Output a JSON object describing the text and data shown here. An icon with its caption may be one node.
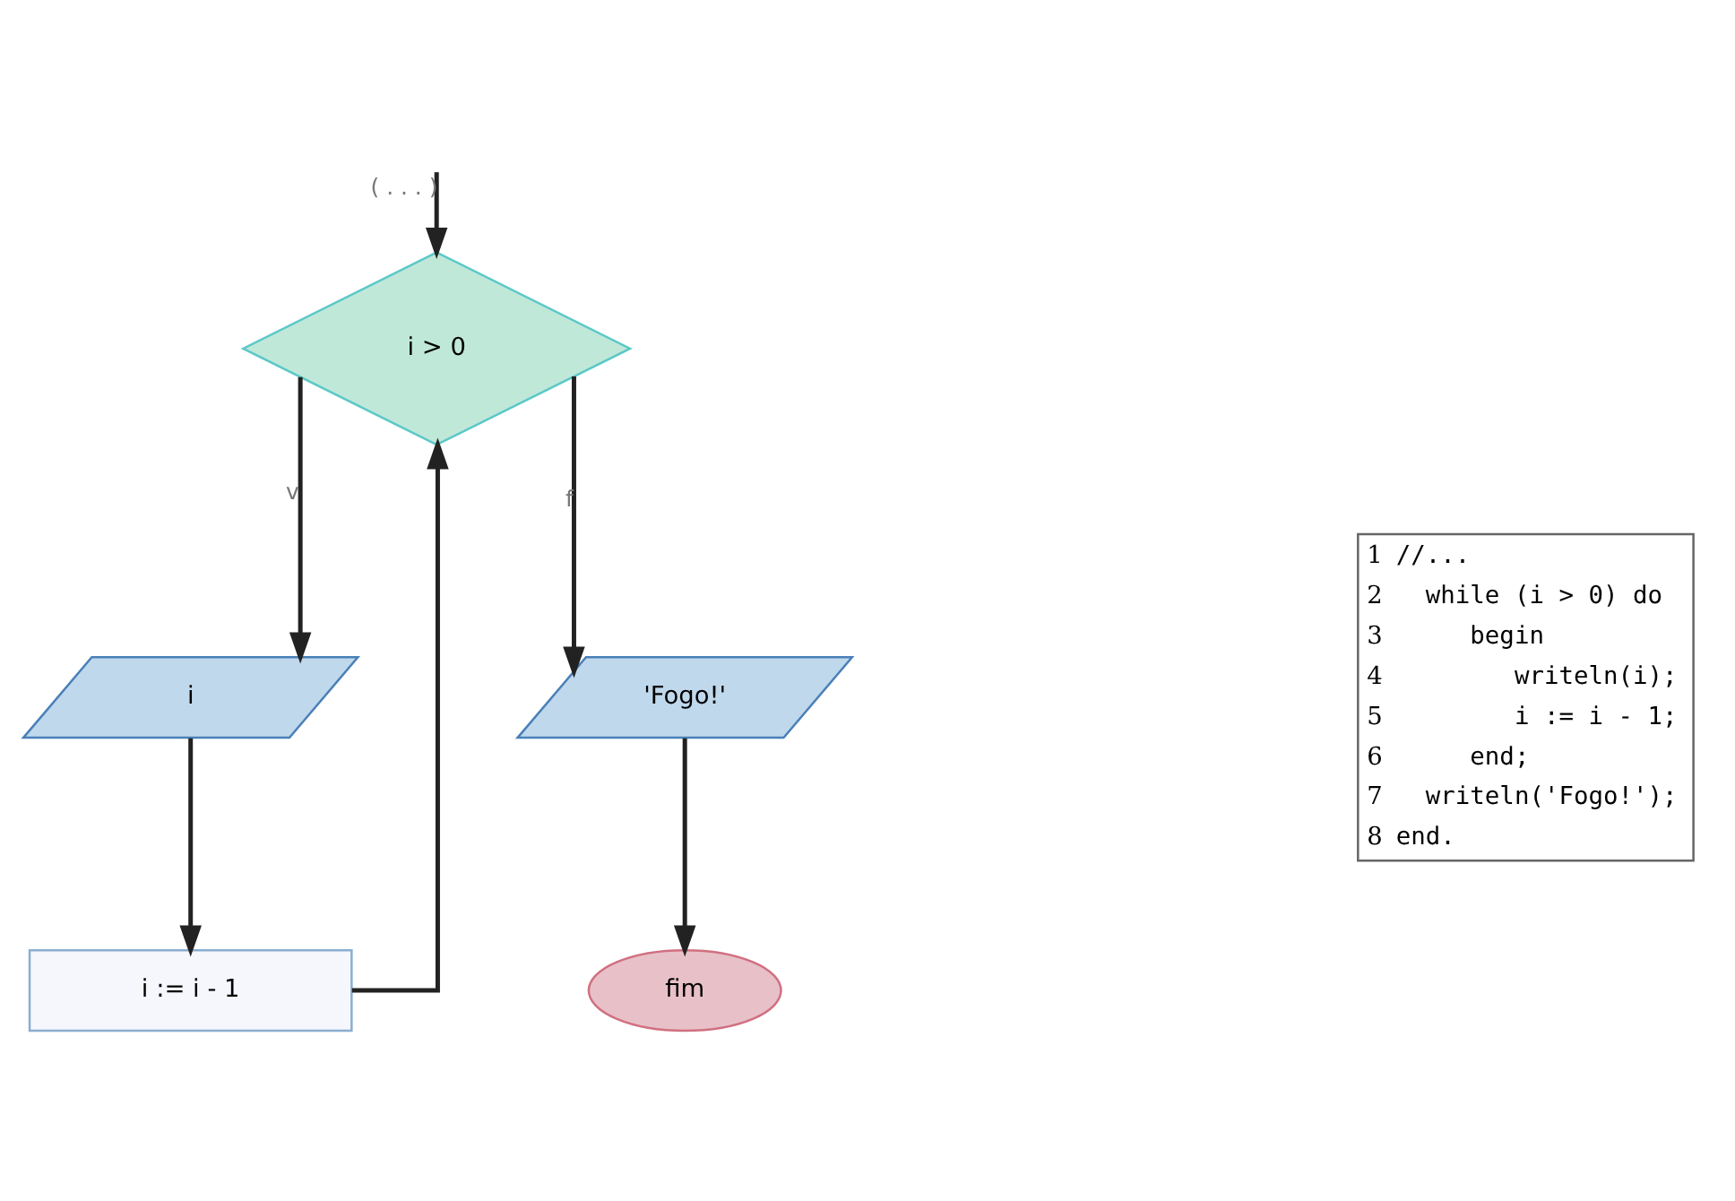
{
  "diagram": {
    "nodes": [
      {
        "text": [
          "i > 0"
        ]
      },
      {
        "text": [
          "i"
        ]
      },
      {
        "text": [
          "i := i - 1"
        ]
      },
      {
        "text": [
          "'Fogo!'"
        ]
      },
      {
        "text": [
          "fim"
        ]
      }
    ],
    "edges": [
      {
        "from": null,
        "to": 0,
        "arrow": "to",
        "label": "( . . . )"
      },
      {
        "from": 0,
        "to": 1,
        "arrow": "to",
        "label": "v"
      },
      {
        "from": 1,
        "to": 2,
        "arrow": "to"
      },
      {
        "from": 2,
        "to": 0,
        "arrow": "to"
      },
      {
        "from": 0,
        "to": 3,
        "arrow": "to",
        "label": "f"
      },
      {
        "from": 3,
        "to": 4,
        "arrow": "to"
      }
    ],
    "labels": [
      "1",
      "//...",
      "2",
      "  while (i > 0) do",
      "3",
      "     begin",
      "4",
      "        writeln(i);",
      "5",
      "        i := i - 1;",
      "6",
      "     end;",
      "7",
      "  writeln('Fogo!');",
      "8",
      "end."
    ]
  }
}
